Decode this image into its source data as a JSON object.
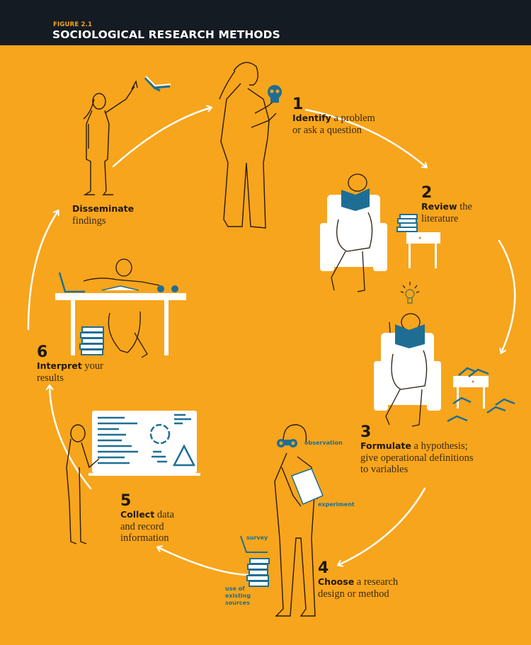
{
  "header": {
    "figure_label": "FIGURE 2.1",
    "title": "SOCIOLOGICAL RESEARCH METHODS"
  },
  "colors": {
    "background": "#F7A51C",
    "header_bg": "#141B22",
    "accent_blue": "#1E6E94",
    "arrow": "#FFFFFF",
    "text_dark": "#1f1810"
  },
  "steps": [
    {
      "number": "1",
      "keyword": "Identify",
      "rest_line1": " a problem",
      "line2": "or ask a question"
    },
    {
      "number": "2",
      "keyword": "Review",
      "rest_line1": " the",
      "line2": "literature"
    },
    {
      "number": "3",
      "keyword": "Formulate",
      "rest_line1": " a hypothesis;",
      "line2": "give operational definitions",
      "line3": "to variables"
    },
    {
      "number": "4",
      "keyword": "Choose",
      "rest_line1": " a research",
      "line2": "design or method"
    },
    {
      "number": "5",
      "keyword": "Collect",
      "rest_line1": " data",
      "line2": "and record",
      "line3": "information"
    },
    {
      "number": "6",
      "keyword": "Interpret",
      "rest_line1": " your",
      "line2": "results"
    },
    {
      "number": "",
      "keyword": "Disseminate",
      "rest_line1": "",
      "line2": "findings"
    }
  ],
  "method_tags": {
    "observation": "observation",
    "experiment": "experiment",
    "survey": "survey",
    "existing_sources_1": "use of",
    "existing_sources_2": "existing",
    "existing_sources_3": "sources"
  },
  "icons": [
    "skull-icon",
    "book-icon",
    "lightbulb-icon",
    "binoculars-icon",
    "clipboard-icon",
    "laptop-icon",
    "book-stack-icon",
    "whiteboard-icon"
  ]
}
